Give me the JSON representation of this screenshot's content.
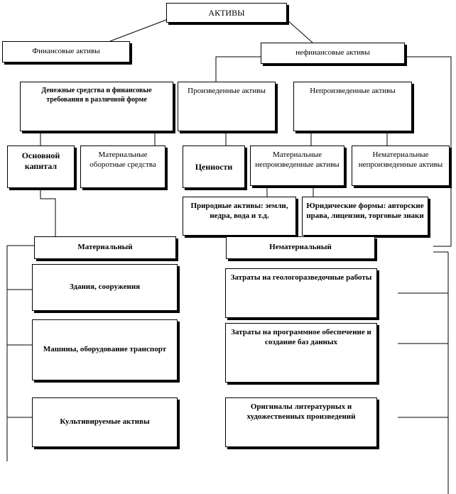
{
  "nodes": {
    "aktivy": "АКТИВЫ",
    "financial": "Финансовые активы",
    "nonfinancial": "нефинансовые активы",
    "money_claims": "Денежные средства и финансовые требования в различной форме",
    "produced": "Произведенные активы",
    "nonproduced": "Непроизведенные активы",
    "fixed_capital": "Основной капитал",
    "material_working": "Материальные оборотные средства",
    "valuables": "Ценности",
    "tangible_nonproduced": "Материальные непроизведенные активы",
    "intangible_nonproduced": "Нематериальные непроизведенные активы",
    "natural_assets": "Природные активы: земли, недра, вода и т.д.",
    "legal_forms": "Юридические формы: авторские права, лицензии, торговые знаки",
    "tangible": "Материальный",
    "intangible": "Нематериальный",
    "buildings": "Здания, сооружения",
    "machinery": "Машины, оборудование транспорт",
    "cultivated": "Культивируемые активы",
    "geo_costs": "Затраты на геологоразведочные работы",
    "software_costs": "Затраты на программное обеспечение и создание баз данных",
    "originals": "Оригиналы литературных и художественных произведений"
  }
}
